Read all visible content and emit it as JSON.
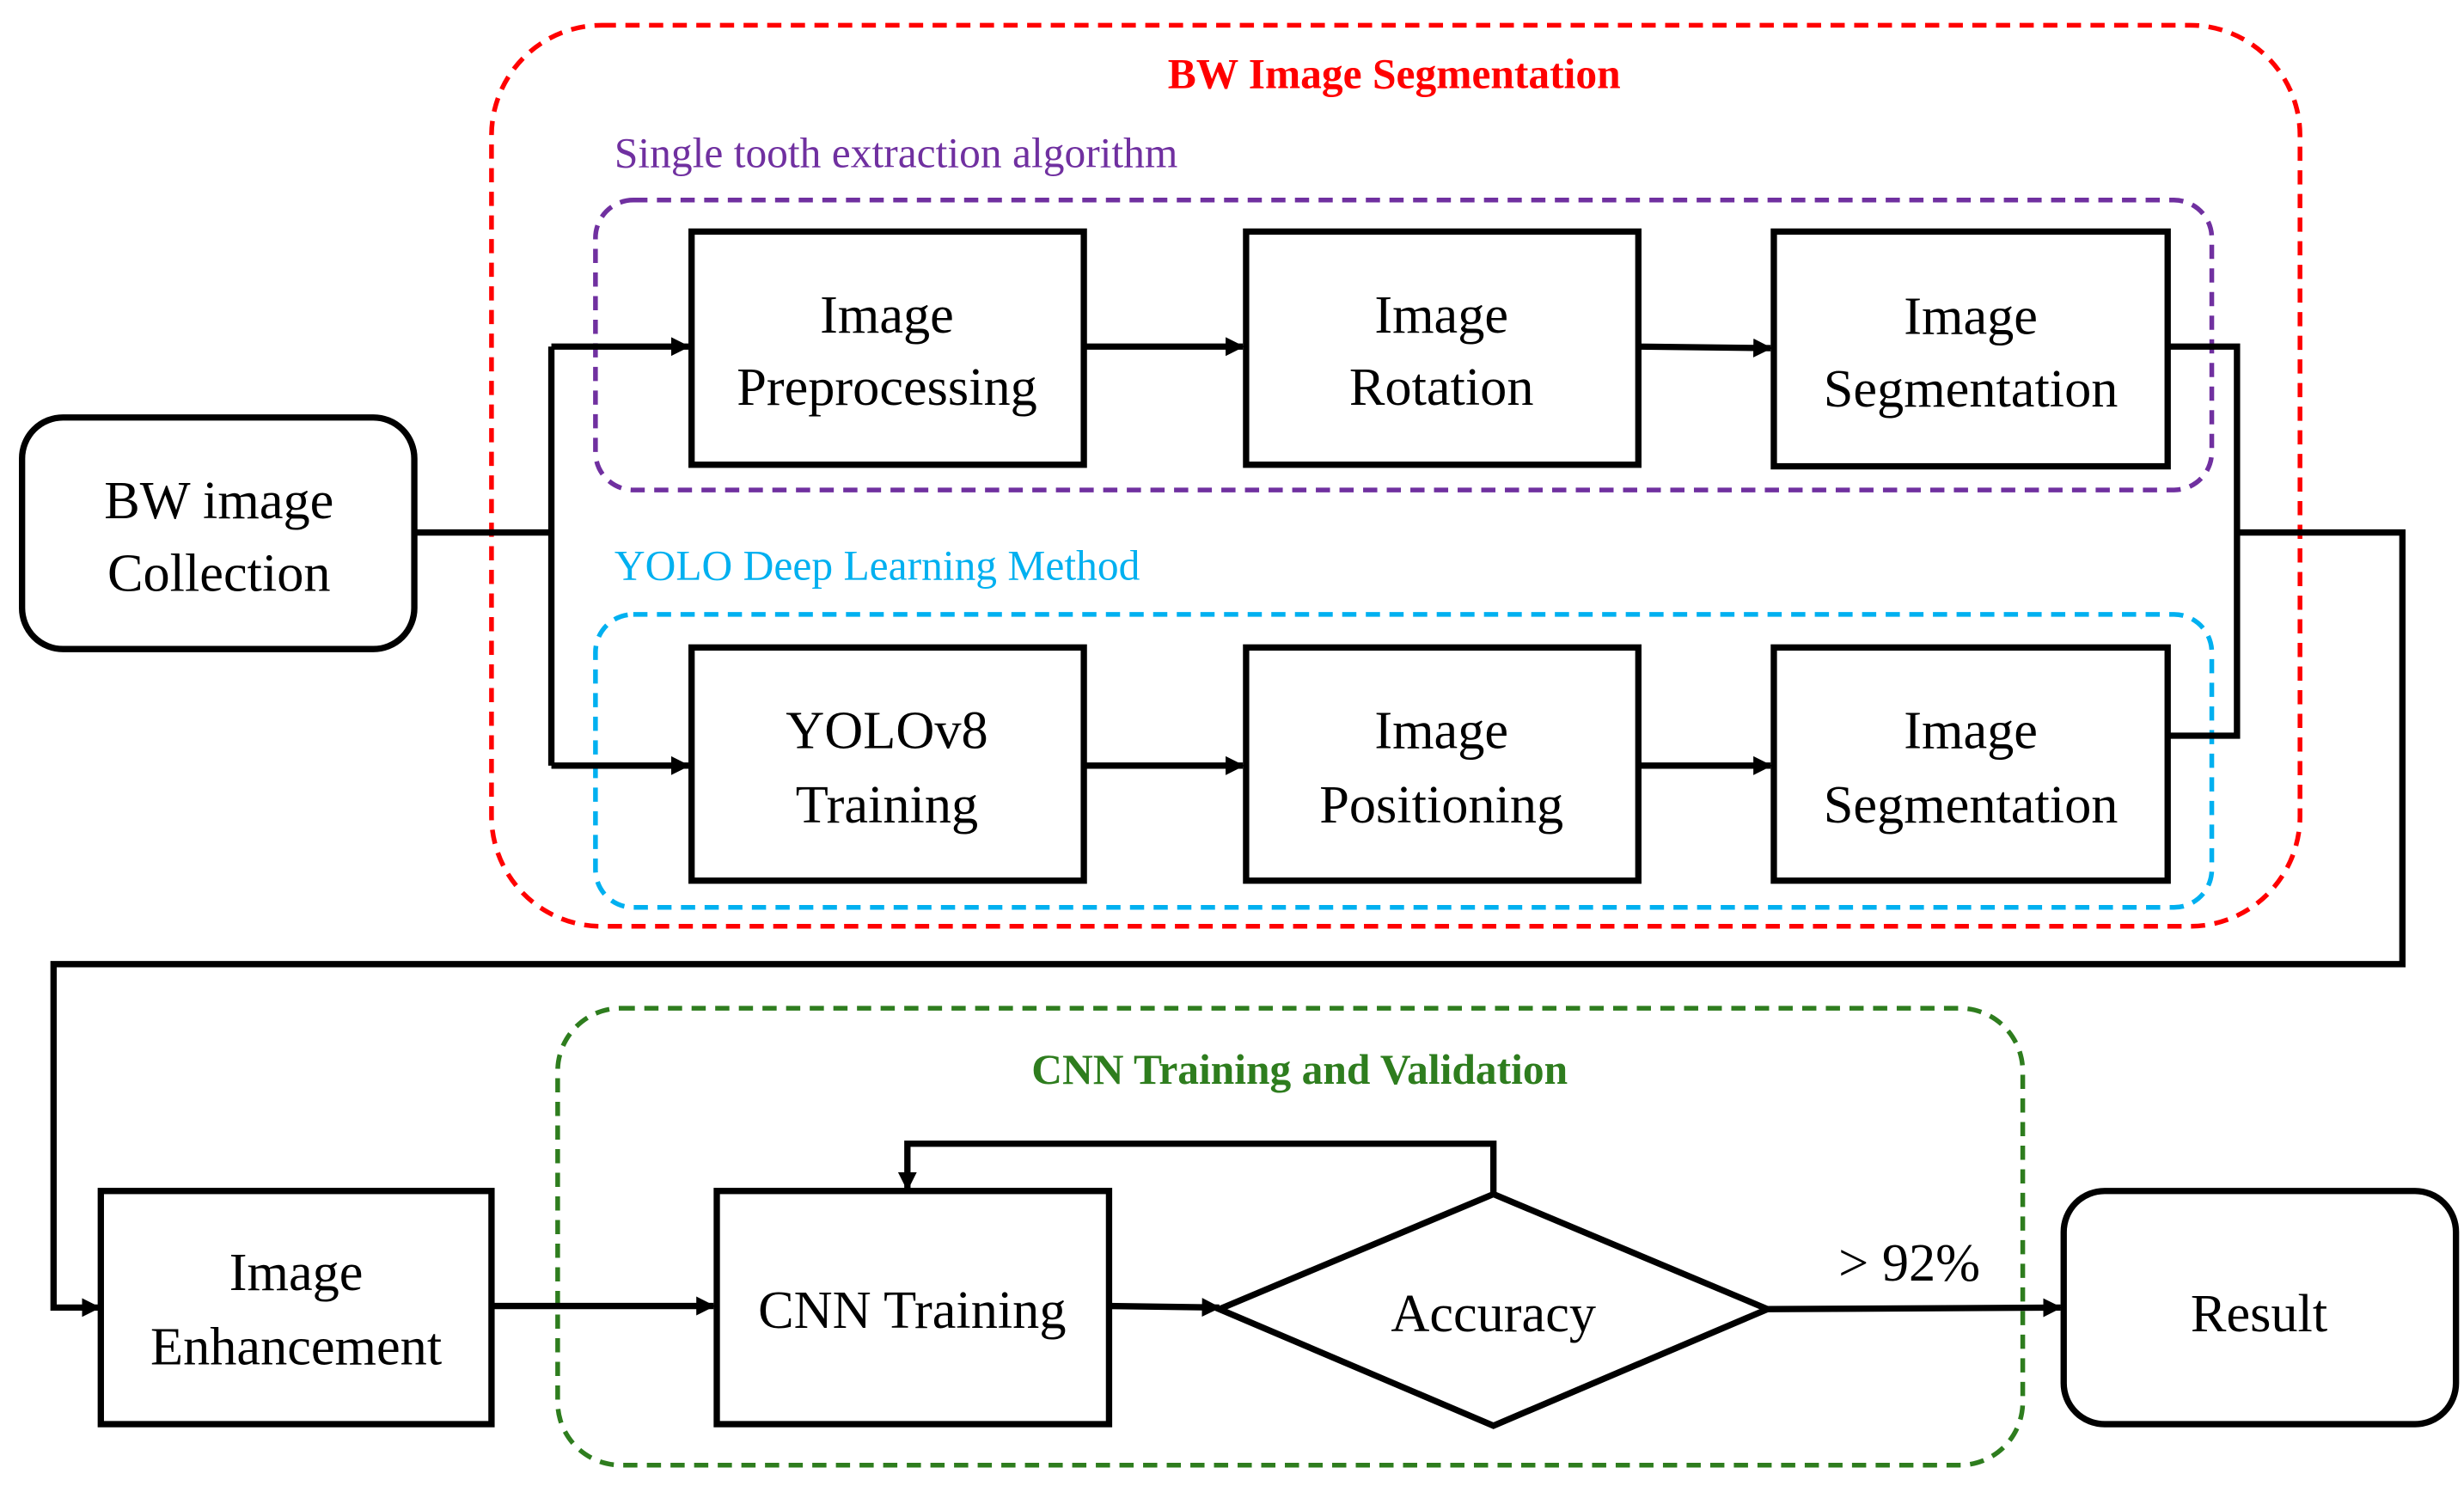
{
  "groups": {
    "segmentation": {
      "title": "BW Image Segmentation",
      "color": "#ff0000"
    },
    "single_tooth": {
      "title": "Single tooth extraction algorithm",
      "color": "#7030a0"
    },
    "yolo": {
      "title": "YOLO Deep Learning Method",
      "color": "#00b0f0"
    },
    "cnn": {
      "title": "CNN Training and Validation",
      "color": "#2e7d1e"
    }
  },
  "nodes": {
    "bw_collection": {
      "lines": [
        "BW image",
        "Collection"
      ]
    },
    "preprocessing": {
      "lines": [
        "Image",
        "Preprocessing"
      ]
    },
    "rotation": {
      "lines": [
        "Image",
        "Rotation"
      ]
    },
    "segmentation_top": {
      "lines": [
        "Image",
        "Segmentation"
      ]
    },
    "yolo_training": {
      "lines": [
        "YOLOv8",
        "Training"
      ]
    },
    "positioning": {
      "lines": [
        "Image",
        "Positioning"
      ]
    },
    "segmentation_bottom": {
      "lines": [
        "Image",
        "Segmentation"
      ]
    },
    "enhancement": {
      "lines": [
        "Image",
        "Enhancement"
      ]
    },
    "cnn_training": {
      "label": "CNN Training"
    },
    "accuracy": {
      "label": "Accuracy"
    },
    "result": {
      "label": "Result"
    }
  },
  "edges": {
    "accuracy_threshold": "> 92%"
  }
}
